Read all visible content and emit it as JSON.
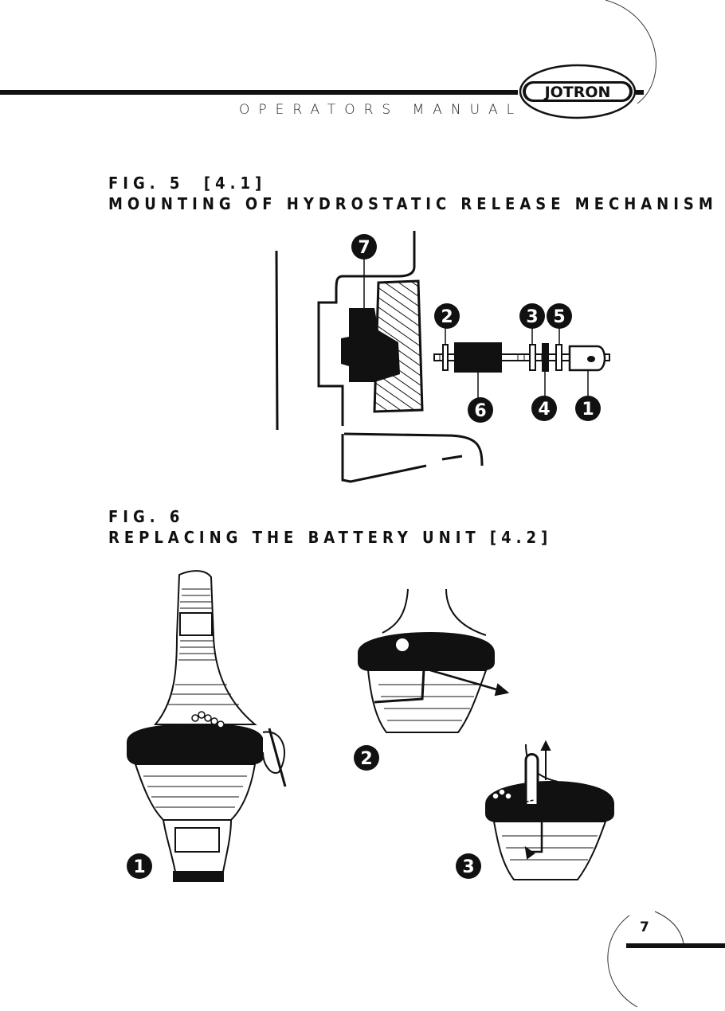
{
  "header": {
    "manual_title": "OPERATORS MANUAL",
    "logo_text": "JOTRON"
  },
  "figures": {
    "fig5": {
      "label": "FIG. 5  [4.1]",
      "caption": "MOUNTING OF HYDROSTATIC RELEASE MECHANISM",
      "callouts": [
        "7",
        "2",
        "3",
        "5",
        "6",
        "4",
        "1"
      ]
    },
    "fig6": {
      "label": "FIG. 6",
      "caption": "REPLACING THE BATTERY UNIT [4.2]",
      "callouts": [
        "1",
        "2",
        "3"
      ]
    }
  },
  "footer": {
    "page_number": "7"
  }
}
